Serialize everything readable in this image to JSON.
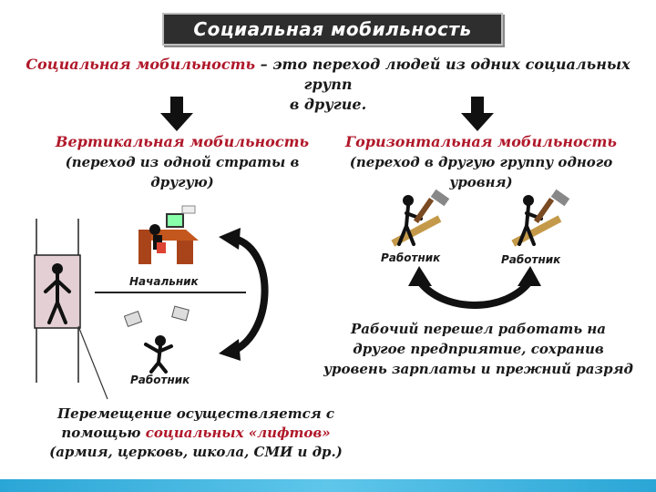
{
  "title": "Социальная мобильность",
  "definition": {
    "term": "Социальная мобильность",
    "rest_line1": " – это переход людей из одних социальных групп",
    "line2": "в другие."
  },
  "vertical": {
    "heading": "Вертикальная мобильность",
    "sub_line1": "(переход из одной страты в",
    "sub_line2": "другую)",
    "boss_label": "Начальник",
    "worker_label": "Работник"
  },
  "horizontal": {
    "heading": "Горизонтальная мобильность",
    "sub_line1": "(переход в другую группу одного",
    "sub_line2": "уровня)",
    "worker_left_label": "Работник",
    "worker_right_label": "Работник",
    "caption_line1": "Рабочий перешел работать на",
    "caption_line2": "другое предприятие, сохранив",
    "caption_line3": "уровень зарплаты и прежний разряд"
  },
  "lifts": {
    "line1": "Перемещение осуществляется с",
    "line2_prefix": "помощью ",
    "line2_term": "социальных «лифтов»",
    "line3": "(армия, церковь, школа, СМИ и др.)"
  },
  "colors": {
    "accent_red": "#b0182a",
    "title_bg": "#2e2e2e",
    "elevator_bg": "#e3cfd4",
    "strip": "#2aa6d6"
  },
  "icons": [
    "down-arrow-icon",
    "office-boss-icon",
    "worker-juggler-icon",
    "carpenter-icon",
    "elevator-figure-icon",
    "cycle-arrow-icon"
  ]
}
